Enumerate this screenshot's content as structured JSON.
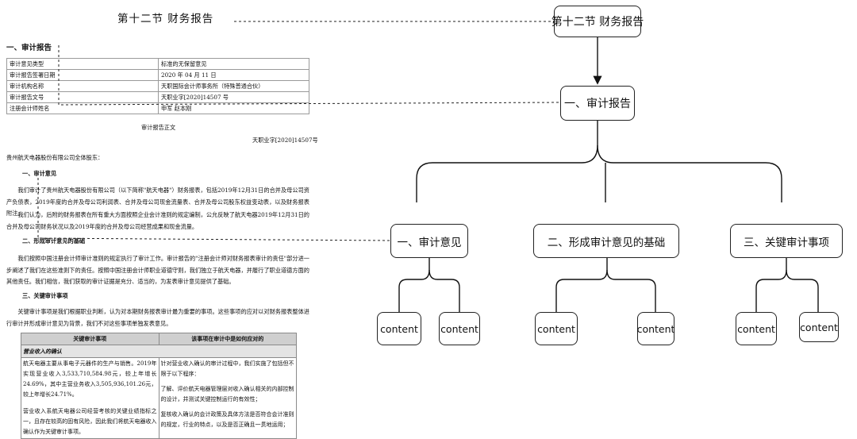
{
  "document": {
    "title": "第十二节  财务报告",
    "section_heading": "一、审计报告",
    "meta_rows": [
      {
        "label": "审计意见类型",
        "value": "标准的无保留意见"
      },
      {
        "label": "审计报告签署日期",
        "value": "2020 年 04 月 11 日"
      },
      {
        "label": "审计机构名称",
        "value": "天职国际会计师事务所（特殊普通合伙）"
      },
      {
        "label": "审计报告文号",
        "value": "天职业字[2020]14507 号"
      },
      {
        "label": "注册会计师姓名",
        "value": "申军    赵本刚"
      }
    ],
    "report_caption": "审计报告正文",
    "report_number": "天职业字[2020]14507号",
    "addressee": "贵州航天电器股份有限公司全体股东：",
    "opinion_heading": "一、审计意见",
    "opinion_p1": "我们审计了贵州航天电器股份有限公司（以下简称\"航天电器\"）财务报表，包括2019年12月31日的合并及母公司资产负债表，2019年度的合并及母公司利润表、合并及母公司现金流量表、合并及母公司股东权益变动表，以及财务报表附注。",
    "opinion_p2": "我们认为，后附的财务报表在所有重大方面按照企业会计准则的规定编制，公允反映了航天电器2019年12月31日的合并及母公司财务状况以及2019年度的合并及母公司经营成果和现金流量。",
    "basis_heading": "二、形成审计意见的基础",
    "basis_p": "我们按照中国注册会计师审计准则的规定执行了审计工作。审计报告的\"注册会计师对财务报表审计的责任\"部分进一步阐述了我们在这些准则下的责任。按照中国注册会计师职业道德守则，我们独立于航天电器，并履行了职业道德方面的其他责任。我们相信，我们获取的审计证据是充分、适当的，为发表审计意见提供了基础。",
    "kam_heading": "三、关键审计事项",
    "kam_p": "关键审计事项是我们根据职业判断，认为对本期财务报表审计最为重要的事项。这些事项的应对以对财务报表整体进行审计并形成审计意见为背景，我们不对这些事项单独发表意见。",
    "kam_table": {
      "col1": "关键审计事项",
      "col2": "该事项在审计中是如何应对的",
      "subheader": "营业收入的确认",
      "left_p1": "航天电器主要从事电子元器件的生产与销售。2019年实现营业收入3,533,710,584.98元，较上年增长24.69%，其中主营业务收入3,505,936,101.26元，较上年增长24.71%。",
      "left_p2": "营业收入系航天电器公司经营考核的关键业绩指标之一，且存在较高的固有风险，因此我们将航天电器收入确认作为关键审计事项。",
      "right_p1": "针对营业收入确认的审计过程中，我们实施了包括但不限于以下程序：",
      "right_p2": "了解、评价航天电器管理层对收入确认相关的内部控制的设计，并测试关键控制运行的有效性；",
      "right_p3": "复核收入确认的会计政策及具体方法是否符合会计准则的规定，行业的特点，以及是否正确且一贯地运用；"
    }
  },
  "mindmap": {
    "root": "第十二节 财务报告",
    "level1": "一、审计报告",
    "level2": [
      "一、审计意见",
      "二、形成审计意见的基础",
      "三、关键审计事项"
    ],
    "leaf_label": "content"
  }
}
